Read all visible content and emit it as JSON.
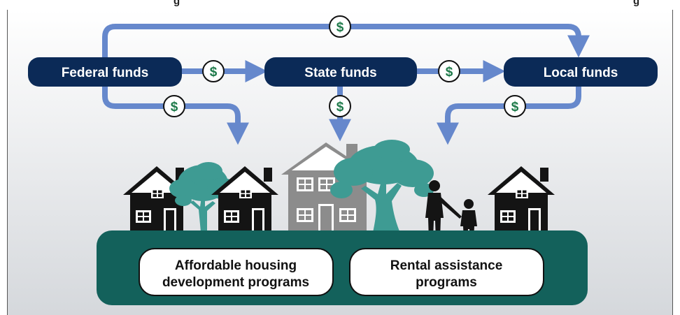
{
  "header": {
    "partial_title_left": "g",
    "partial_title_right": "g"
  },
  "funds": {
    "federal": "Federal funds",
    "state": "State funds",
    "local": "Local funds"
  },
  "dollar_symbol": "$",
  "programs": {
    "affordable_line1": "Affordable housing",
    "affordable_line2": "development programs",
    "rental_line1": "Rental assistance",
    "rental_line2": "programs"
  },
  "colors": {
    "fund_box": "#0b2a57",
    "arrow": "#6688cc",
    "dollar_green": "#1e7a4a",
    "ground": "#13615b",
    "tree": "#3e9b93",
    "house_dark": "#141414",
    "house_gray": "#8c8c8c",
    "background_top": "#ffffff",
    "background_bottom": "#d7dadd"
  }
}
